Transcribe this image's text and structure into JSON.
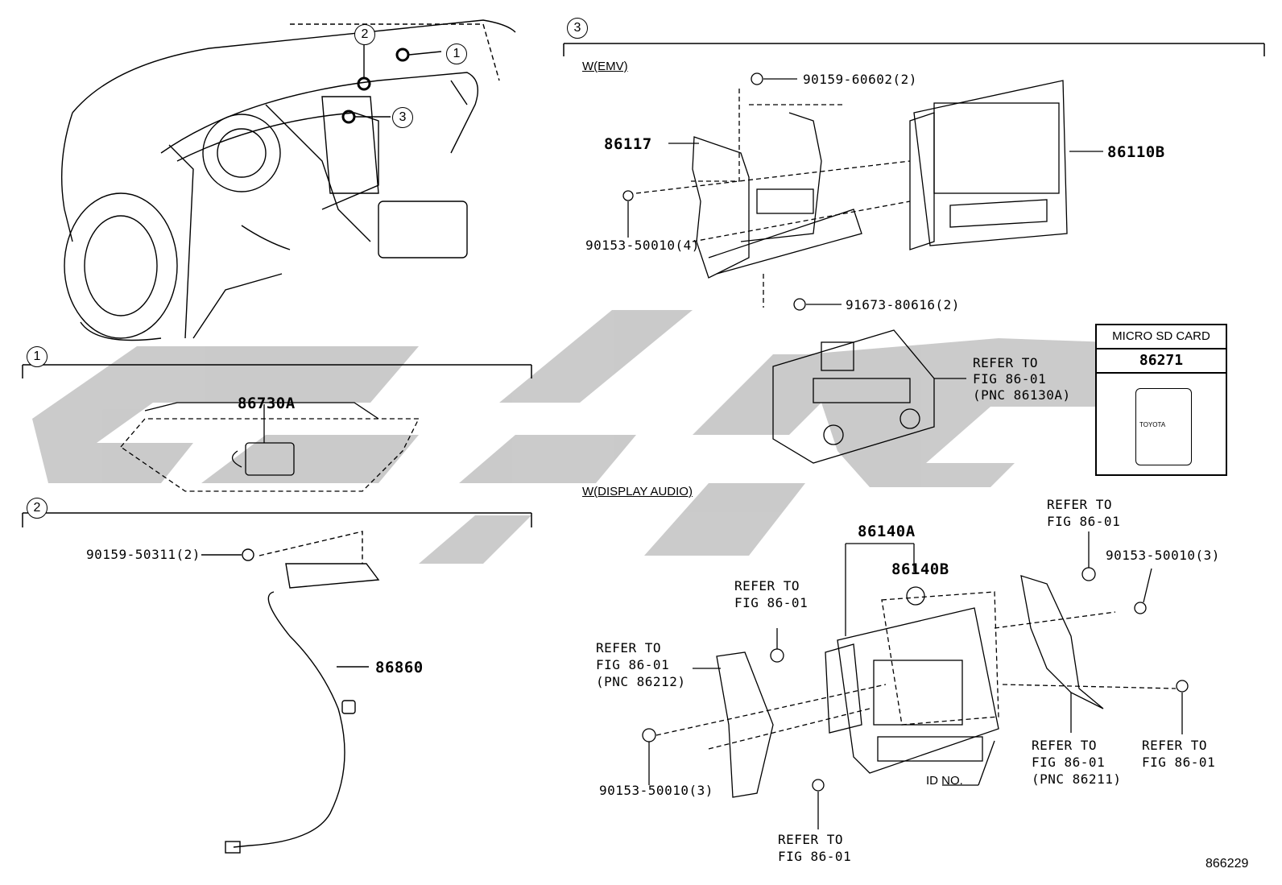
{
  "section_markers": [
    "1",
    "2",
    "3"
  ],
  "variants": {
    "emv": "W(EMV)",
    "display_audio": "W(DISPLAY AUDIO)"
  },
  "parts": {
    "p86117": "86117",
    "p86110B": "86110B",
    "p86730A": "86730A",
    "p86860": "86860",
    "p86140A": "86140A",
    "p86140B": "86140B",
    "p86271": "86271"
  },
  "fasteners": {
    "f90159_60602": "90159-60602(2)",
    "f90153_50010_4": "90153-50010(4)",
    "f91673_80616": "91673-80616(2)",
    "f90159_50311": "90159-50311(2)",
    "f90153_50010_3a": "90153-50010(3)",
    "f90153_50010_3b": "90153-50010(3)"
  },
  "references": {
    "refer_to": "REFER TO",
    "fig": "FIG 86-01",
    "pnc_86130A": "(PNC 86130A)",
    "pnc_86212": "(PNC 86212)",
    "pnc_86211": "(PNC 86211)"
  },
  "sd_card": {
    "title": "MICRO SD CARD",
    "part": "86271",
    "brand": "TOYOTA"
  },
  "id_no": "ID NO.",
  "figure_number": "866229",
  "colors": {
    "line": "#000000",
    "watermark": "#c8c8c8"
  }
}
